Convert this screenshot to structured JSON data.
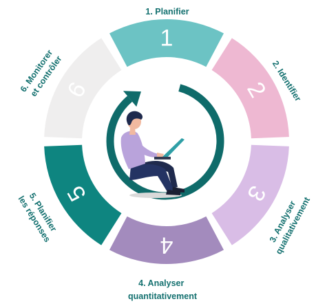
{
  "colors": {
    "label_text": "#13706f",
    "center_arrow": "#0f6b6a",
    "seg_1": "#6cc3c4",
    "seg_2": "#eeb8d2",
    "seg_3": "#d9bde6",
    "seg_4": "#a38bbd",
    "seg_5": "#0e8580",
    "seg_6": "#efeeee",
    "seg_6_number": "#ffffff"
  },
  "segments": [
    {
      "number": "1",
      "label_lines": [
        "1. Planifier"
      ]
    },
    {
      "number": "2",
      "label_lines": [
        "2. Identifier"
      ]
    },
    {
      "number": "3",
      "label_lines": [
        "3. Analyser",
        "qualitativement"
      ]
    },
    {
      "number": "4",
      "label_lines": [
        "4. Analyser",
        "quantitativement"
      ]
    },
    {
      "number": "5",
      "label_lines": [
        "5. Planifier",
        "les réponses"
      ]
    },
    {
      "number": "6",
      "label_lines": [
        "6. Monitorer",
        "et contrôler"
      ]
    }
  ],
  "center": {
    "illustration": "person-with-laptop-in-cycle-arrow-icon"
  }
}
